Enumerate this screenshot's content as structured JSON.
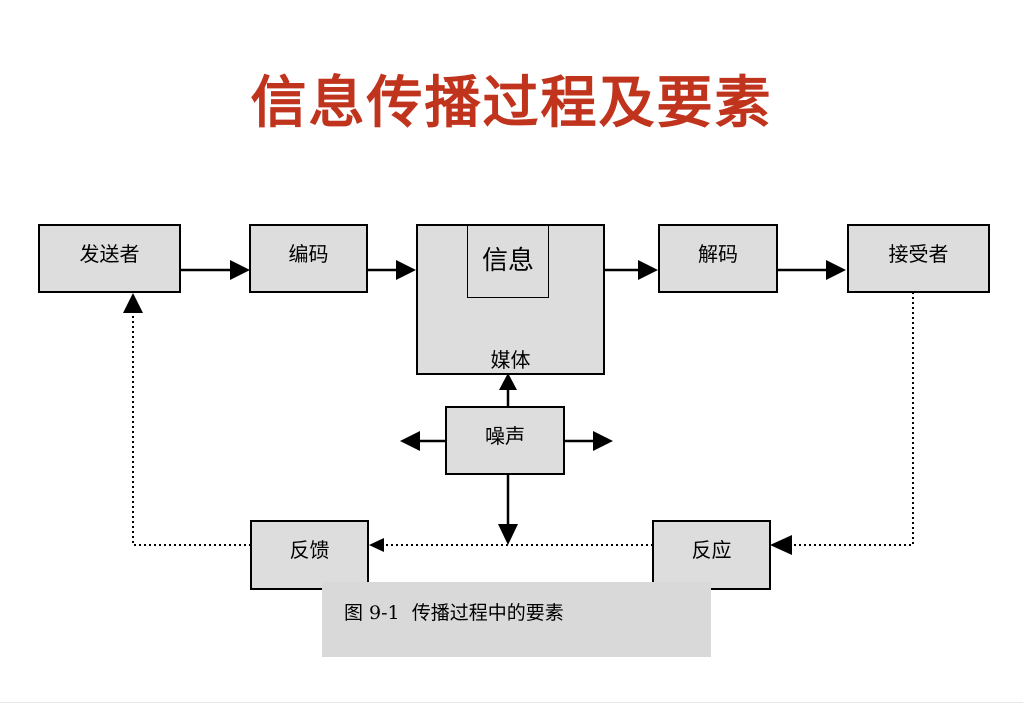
{
  "title": "信息传播过程及要素",
  "nodes": {
    "sender": "发送者",
    "encode": "编码",
    "message": "信息",
    "media": "媒体",
    "decode": "解码",
    "receiver": "接受者",
    "noise": "噪声",
    "feedback": "反馈",
    "response": "反应"
  },
  "caption": "图 9-1  传播过程中的要素",
  "colors": {
    "title": "#c0341d",
    "box_fill": "#dddddd",
    "caption_fill": "#d9d9d9",
    "line": "#000000"
  }
}
